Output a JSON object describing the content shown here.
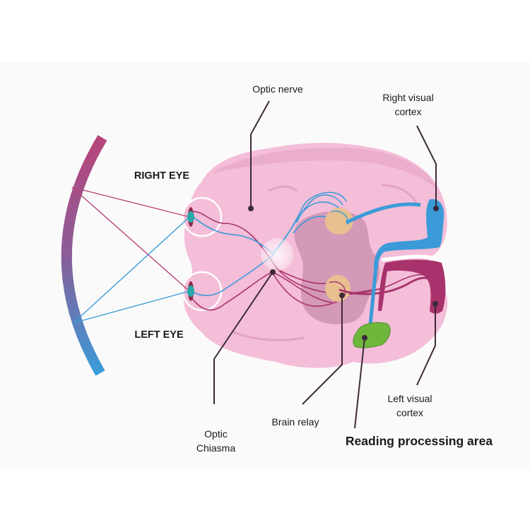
{
  "labels": {
    "optic_nerve": "Optic nerve",
    "right_visual_cortex_l1": "Right visual",
    "right_visual_cortex_l2": "cortex",
    "right_eye": "RIGHT EYE",
    "left_eye": "LEFT EYE",
    "optic_chiasma_l1": "Optic",
    "optic_chiasma_l2": "Chiasma",
    "brain_relay": "Brain relay",
    "left_visual_cortex_l1": "Left visual",
    "left_visual_cortex_l2": "cortex",
    "reading_area": "Reading processing area"
  },
  "colors": {
    "brain_light": "#f4bdd8",
    "brain_dark": "#e3a2c4",
    "inner_region": "#d399b7",
    "relay_nucleus": "#e8bf90",
    "right_pathway": "#3a9bd8",
    "left_pathway": "#a8336c",
    "reading_area": "#6fb63c",
    "leader_line": "#3c2a3a",
    "field_top": "#b6467a",
    "field_bottom": "#3a9bd8",
    "iris": "#2aa7a7"
  }
}
